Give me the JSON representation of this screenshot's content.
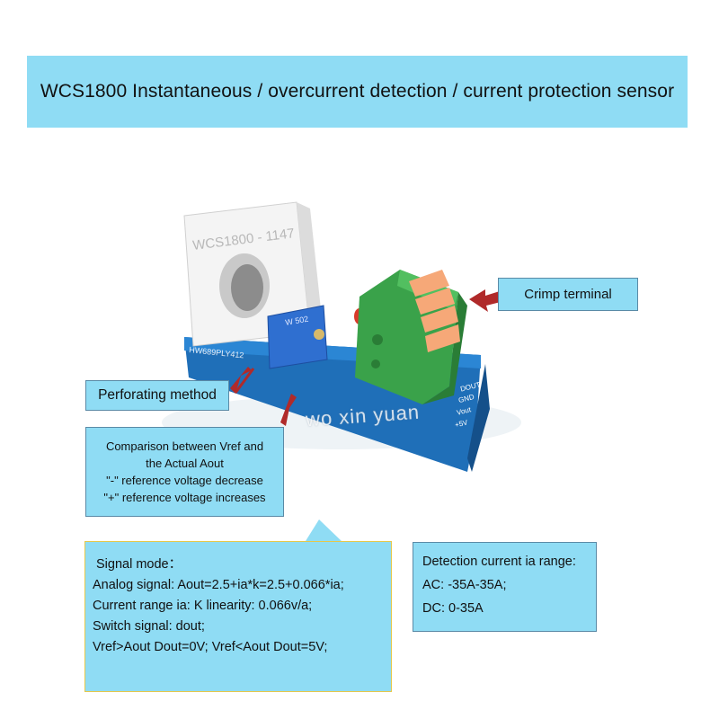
{
  "title": "WCS1800 Instantaneous / overcurrent detection / current protection sensor",
  "callouts": {
    "crimp_terminal": "Crimp terminal",
    "perforating_method": "Perforating method",
    "comparison": [
      "Comparison between Vref and",
      "the Actual Aout",
      "\"-\" reference voltage decrease",
      "\"+\" reference voltage increases"
    ]
  },
  "signal_mode": {
    "heading": "Signal mode：",
    "lines": [
      "Analog signal: Aout=2.5+ia*k=2.5+0.066*ia;",
      "Current range ia: K linearity:  0.066v/a;",
      "Switch signal: dout;",
      "Vref>Aout  Dout=0V;    Vref<Aout  Dout=5V;"
    ]
  },
  "detection_range": {
    "heading": "Detection current ia range:",
    "lines": [
      "AC: -35A-35A;",
      "DC:  0-35A"
    ]
  },
  "board": {
    "sensor_marking": "WCS1800 - 1147",
    "pcb_marking": "HW689PLY412",
    "pot_marking": "W 502",
    "pins": [
      "DOUT",
      "GND",
      "Vout",
      "+5V"
    ],
    "watermark": "wo xin yuan"
  },
  "colors": {
    "banner": "#8fdcf4",
    "pcb": "#1f6fb8",
    "terminal": "#3aa24a",
    "levers": "#f6a878",
    "arrow": "#b02a2a"
  }
}
